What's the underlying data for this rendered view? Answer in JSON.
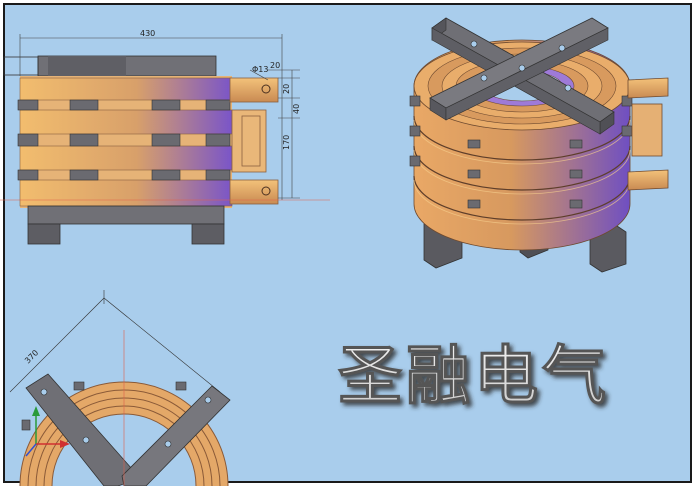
{
  "dimensions": {
    "width_total": "430",
    "hole": "Φ13",
    "top_offset": "20",
    "gap_a": "20",
    "gap_b": "40",
    "height": "170",
    "diagonal": "370"
  },
  "brand": "圣融电气",
  "colors": {
    "background": "#a9cdec",
    "frame": "#1a1a1a",
    "copper_light": "#f0b86c",
    "copper_mid": "#d59a5e",
    "violet": "#7a55c8",
    "steel": "#6f6f74",
    "steel_dark": "#4a4a4f",
    "dim_line": "#444444",
    "center_line": "#e0604a"
  }
}
